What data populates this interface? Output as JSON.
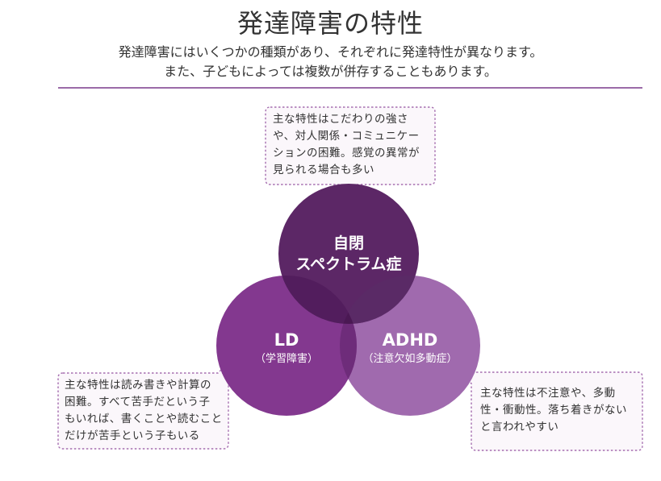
{
  "title": "発達障害の特性",
  "subtitle_line1": "発達障害にはいくつかの種類があり、それぞれに発達特性が異なります。",
  "subtitle_line2": "また、子どもによっては複数が併存することもあります。",
  "colors": {
    "asd": "#5c2766",
    "ld": "#83388f",
    "adhd": "#a06aae",
    "overlap_dark": "#4a1853",
    "rule": "#9b6aa8",
    "callout_border": "#a66fb0",
    "callout_fill": "#fbf7fb"
  },
  "circles": {
    "asd": {
      "line1": "自閉",
      "line2": "スペクトラム症"
    },
    "ld": {
      "line1": "LD",
      "line2": "（学習障害）"
    },
    "adhd": {
      "line1": "ADHD",
      "line2": "（注意欠如多動症）"
    }
  },
  "callouts": {
    "asd": [
      "主な特性はこだわりの強さ",
      "や、対人関係・コミュニケー",
      "ションの困難。感覚の異常が",
      "見られる場合も多い"
    ],
    "ld": [
      "主な特性は読み書きや計算の",
      "困難。すべて苦手だという子",
      "もいれば、書くことや読むこと",
      "だけが苦手という子もいる"
    ],
    "adhd": [
      "主な特性は不注意や、多動",
      "性・衝動性。落ち着きがない",
      "と言われやすい"
    ]
  }
}
